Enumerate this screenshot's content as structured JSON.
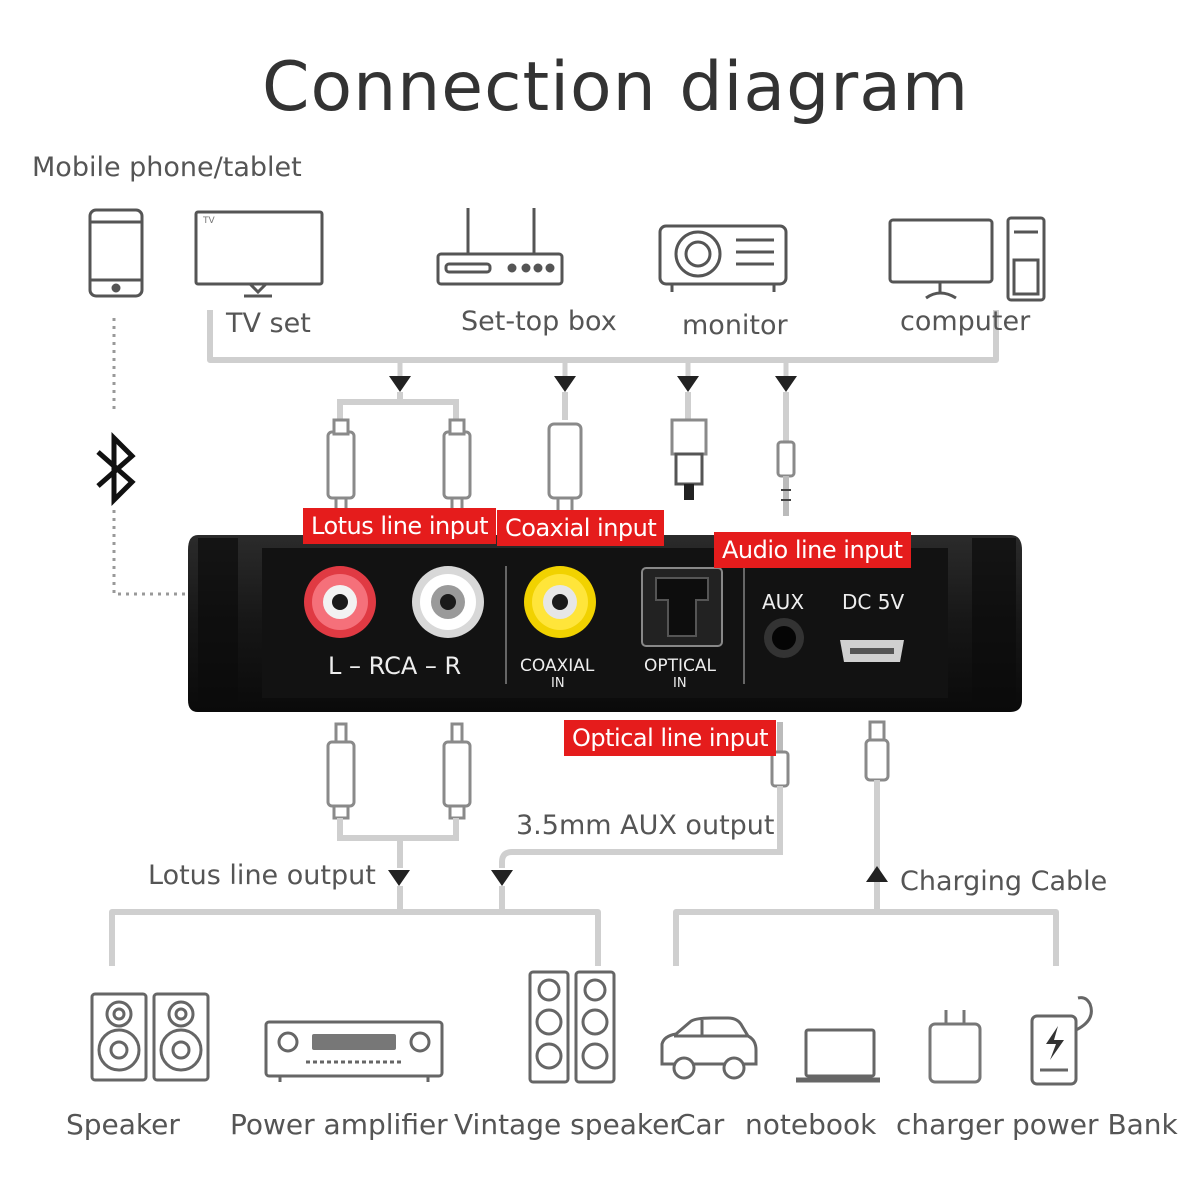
{
  "title": "Connection diagram",
  "top_sources": {
    "mobile": "Mobile phone/tablet",
    "tv": "TV set",
    "tv_screen_mark": "TV",
    "settop": "Set-top box",
    "monitor": "monitor",
    "computer": "computer"
  },
  "input_badges": {
    "lotus_in": "Lotus line input",
    "coaxial_in": "Coaxial input",
    "audio_in": "Audio line input",
    "optical_in": "Optical line input"
  },
  "device_panel": {
    "rca": "L – RCA – R",
    "coaxial": "COAXIAL",
    "coaxial_sub": "IN",
    "optical": "OPTICAL",
    "optical_sub": "IN",
    "aux": "AUX",
    "dc": "DC 5V"
  },
  "outputs": {
    "aux_out": "3.5mm AUX output",
    "lotus_out": "Lotus line output",
    "charging": "Charging Cable"
  },
  "bottom_devices": {
    "speaker": "Speaker",
    "amplifier": "Power amplifier",
    "vintage": "Vintage speaker",
    "car": "Car",
    "notebook": "notebook",
    "charger": "charger",
    "powerbank": "power Bank"
  },
  "colors": {
    "badge": "#e51c1c",
    "device": "#1d1d1d",
    "line": "#c9c9c9"
  }
}
